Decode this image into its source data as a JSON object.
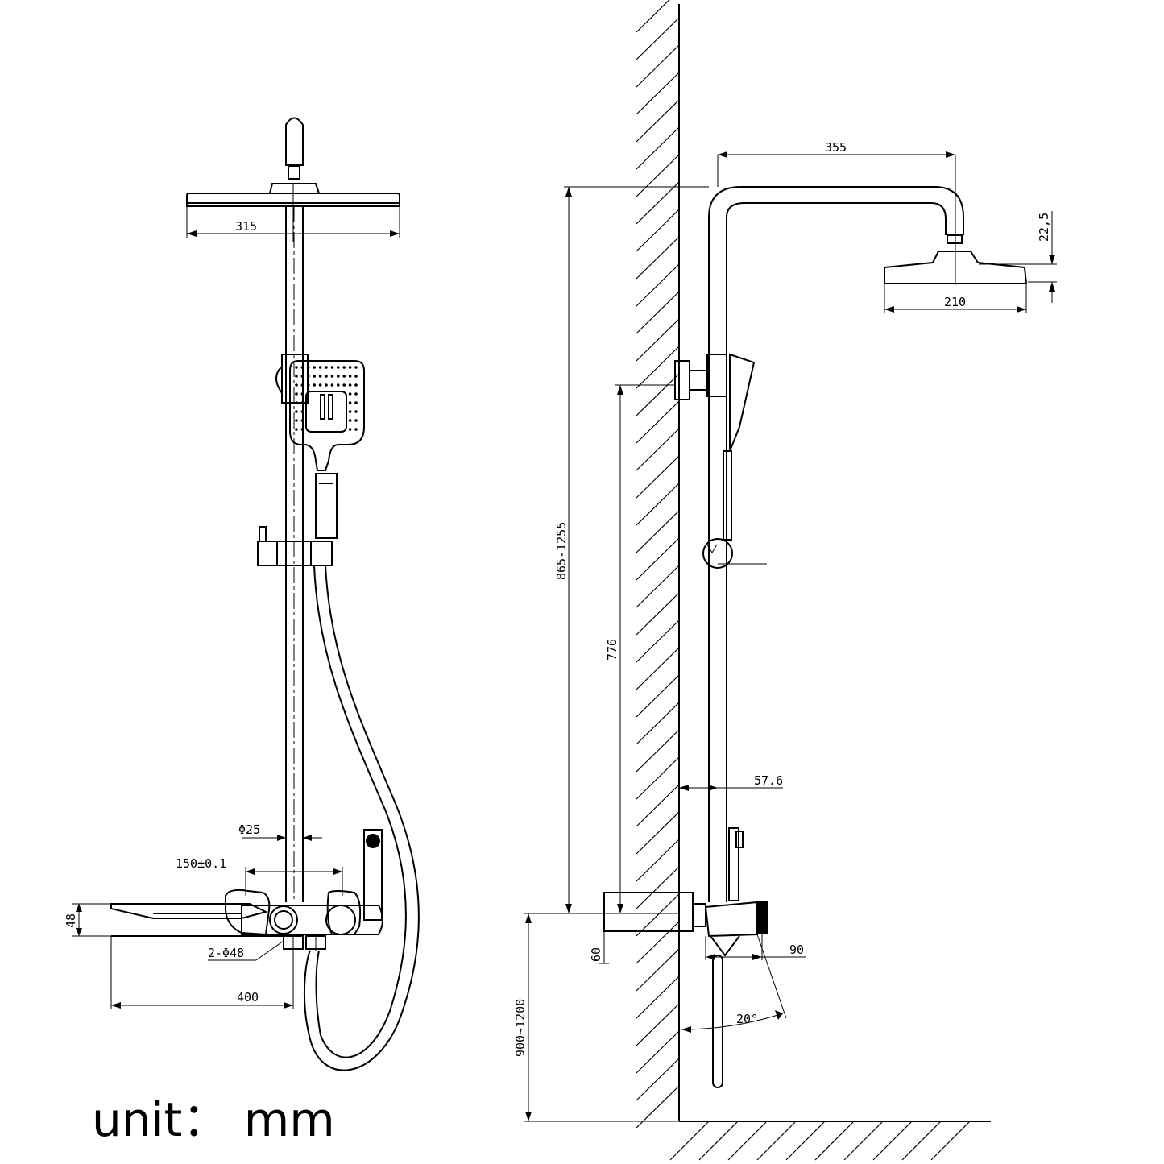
{
  "front_view": {
    "dim_head_width": "315",
    "dim_pipe_dia": "Φ25",
    "dim_inlet_spacing": "150±0.1",
    "dim_shelf_height": "48",
    "dim_inlets": "2-Φ48",
    "dim_shelf_width": "400"
  },
  "side_view": {
    "dim_arm_reach": "355",
    "dim_head_thickness": "22,5",
    "dim_head_width": "210",
    "dim_height_range": "865-1255",
    "dim_holder_height": "776",
    "dim_wall_offset": "57.6",
    "dim_valve_height": "60",
    "dim_spout": "90",
    "dim_angle": "20°",
    "dim_install_height": "900~1200"
  },
  "unit_label": "unit：  mm"
}
